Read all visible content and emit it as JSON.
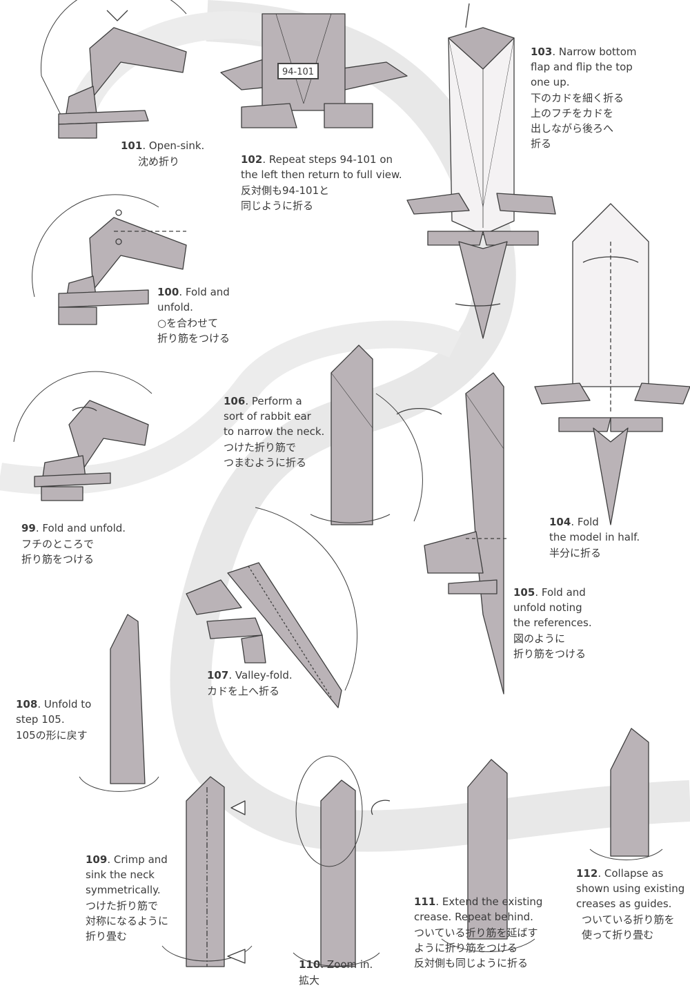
{
  "colors": {
    "paper": "#b9b2b6",
    "paper_dark": "#9d969a",
    "line": "#3d3d3d",
    "path_band": "#e6e6e6"
  },
  "reference_label": "94-101",
  "steps": [
    {
      "id": "101",
      "en": "Open-sink.",
      "jp": "沈め折り"
    },
    {
      "id": "102",
      "en": "Repeat steps 94-101 on\nthe left then return to full view.",
      "jp": "反対側も94-101と\n同じように折る"
    },
    {
      "id": "103",
      "en": "Narrow bottom\nflap and flip the top\none up.",
      "jp": "下のカドを細く折る\n上のフチをカドを\n出しながら後ろへ\n折る"
    },
    {
      "id": "100",
      "en": "Fold and\nunfold.",
      "jp": "○を合わせて\n折り筋をつける"
    },
    {
      "id": "99",
      "en": "Fold and unfold.",
      "jp": "フチのところで\n折り筋をつける"
    },
    {
      "id": "106",
      "en": "Perform a\nsort of rabbit ear\nto narrow the neck.",
      "jp": "つけた折り筋で\nつまむように折る"
    },
    {
      "id": "104",
      "en": "Fold\nthe model in half.",
      "jp": "半分に折る"
    },
    {
      "id": "105",
      "en": "Fold and\nunfold noting\nthe references.",
      "jp": "図のように\n折り筋をつける"
    },
    {
      "id": "107",
      "en": "Valley-fold.",
      "jp": "カドを上へ折る"
    },
    {
      "id": "108",
      "en": "Unfold to\nstep 105.",
      "jp": "105の形に戻す"
    },
    {
      "id": "109",
      "en": "Crimp and\nsink the neck\nsymmetrically.",
      "jp": "つけた折り筋で\n対称になるように\n折り畳む"
    },
    {
      "id": "110",
      "en": "Zoom in.",
      "jp": "拡大"
    },
    {
      "id": "111",
      "en": "Extend the existing\ncrease. Repeat behind.",
      "jp": "ついている折り筋を延ばす\nように折り筋をつける\n反対側も同じように折る"
    },
    {
      "id": "112",
      "en": "Collapse as\nshown using existing\ncreases as guides.",
      "jp": "ついている折り筋を\n使って折り畳む"
    }
  ]
}
